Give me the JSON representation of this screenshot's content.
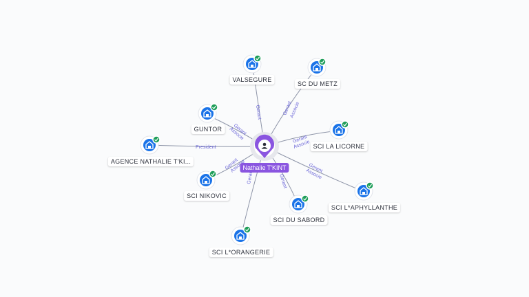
{
  "center": {
    "name": "Nathalie T'KINT",
    "icon": "person-icon",
    "color": "#8a55e0"
  },
  "companies": [
    {
      "id": "valsegure",
      "name": "VALSEGURE",
      "icon": "building-icon",
      "status": "active-check-icon",
      "roles": [
        "Gerant"
      ]
    },
    {
      "id": "scdumetz",
      "name": "SC DU METZ",
      "icon": "building-icon",
      "status": "active-check-icon",
      "roles": [
        "Gerant",
        "Associe"
      ]
    },
    {
      "id": "guntor",
      "name": "GUNTOR",
      "icon": "building-icon",
      "status": "active-check-icon",
      "roles": [
        "Gerant",
        "Associe"
      ]
    },
    {
      "id": "scilalicorne",
      "name": "SCI LA LICORNE",
      "icon": "building-icon",
      "status": "active-check-icon",
      "roles": [
        "Gerant",
        "Associe"
      ]
    },
    {
      "id": "agence",
      "name": "AGENCE NATHALIE T'KI...",
      "icon": "building-icon",
      "status": "active-check-icon",
      "roles": [
        "President"
      ]
    },
    {
      "id": "scinikovic",
      "name": "SCI NIKOVIC",
      "icon": "building-icon",
      "status": "active-check-icon",
      "roles": [
        "Gerant",
        "Associe"
      ]
    },
    {
      "id": "sciaphyll",
      "name": "SCI L*APHYLLANTHE",
      "icon": "building-icon",
      "status": "active-check-icon",
      "roles": [
        "Gerant",
        "Associe"
      ]
    },
    {
      "id": "scidusabord",
      "name": "SCI DU SABORD",
      "icon": "building-icon",
      "status": "active-check-icon",
      "roles": [
        "Gerant"
      ]
    },
    {
      "id": "scilorangerie",
      "name": "SCI L*ORANGERIE",
      "icon": "building-icon",
      "status": "active-check-icon",
      "roles": [
        "Gerant"
      ]
    }
  ]
}
